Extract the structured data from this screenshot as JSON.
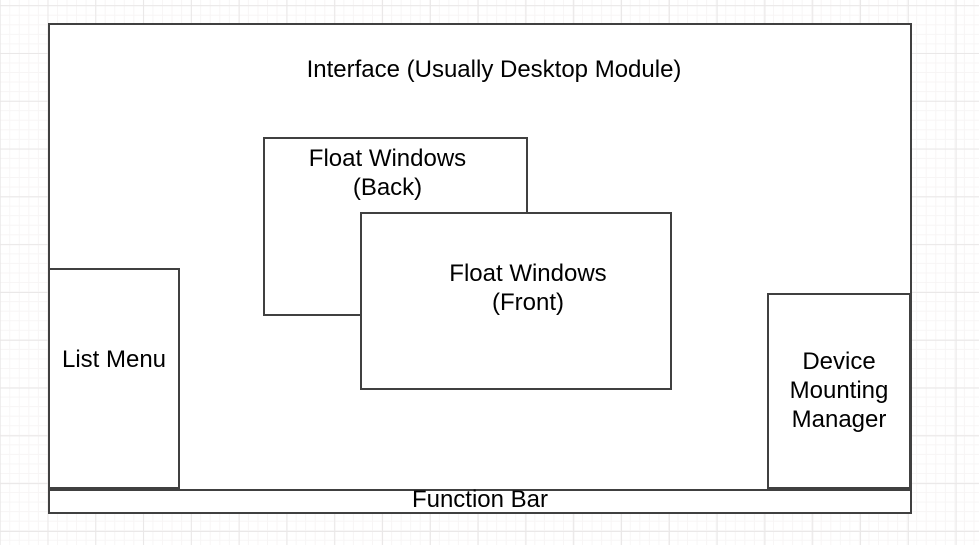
{
  "diagram": {
    "nodes": {
      "interface": {
        "label": "Interface (Usually Desktop Module)"
      },
      "float_back": {
        "label": "Float Windows\n(Back)"
      },
      "float_front": {
        "label": "Float Windows\n(Front)"
      },
      "list_menu": {
        "label": "List Menu"
      },
      "device_manager": {
        "label": "Device\nMounting\nManager"
      },
      "function_bar": {
        "label": "Function Bar"
      }
    },
    "colors": {
      "stroke": "#404040",
      "fill": "#ffffff",
      "text": "#000000",
      "grid_minor": "#f7f5f5",
      "grid_major": "#e9e7e7"
    }
  }
}
